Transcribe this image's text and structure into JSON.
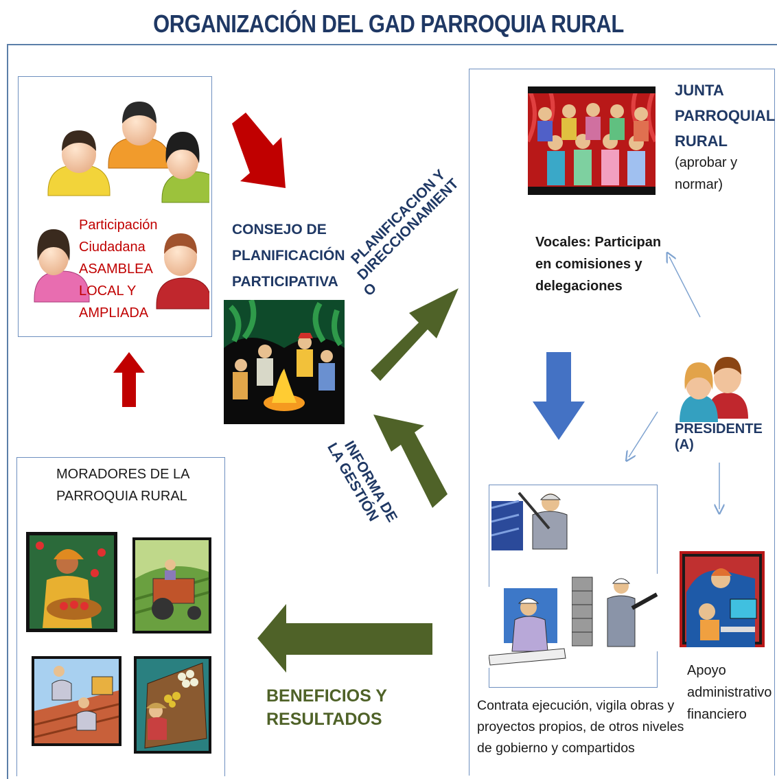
{
  "title": "ORGANIZACIÓN DEL GAD PARROQUIA RURAL",
  "citizens": {
    "lines": [
      "Participación",
      "Ciudadana",
      "ASAMBLEA",
      "LOCAL Y",
      "AMPLIADA"
    ]
  },
  "council": {
    "lines": [
      "CONSEJO DE",
      "PLANIFICACIÓN",
      "PARTICIPATIVA"
    ]
  },
  "arrow_labels": {
    "planning": [
      "PLANIFICACION Y",
      "DIRECCIONAMIENT",
      "O"
    ],
    "report": [
      "INFORMA DE",
      "LA GESTIÓN"
    ],
    "benefits": [
      "BENEFICIOS Y",
      "RESULTADOS"
    ]
  },
  "junta": {
    "title_lines": [
      "JUNTA",
      "PARROQUIAL",
      "RURAL"
    ],
    "subtitle_lines": [
      "(aprobar y",
      "normar)"
    ],
    "vocales_lines": [
      "Vocales: Participan",
      "en comisiones y",
      "delegaciones"
    ]
  },
  "president": {
    "label": "PRESIDENTE (A)"
  },
  "works": {
    "caption_lines": [
      "Contrata ejecución, vigila obras y",
      "proyectos propios, de otros niveles",
      "de gobierno y compartidos"
    ]
  },
  "admin": {
    "caption_lines": [
      "Apoyo",
      "administrativo",
      "financiero"
    ]
  },
  "residents": {
    "title_lines": [
      "MORADORES DE LA",
      "PARROQUIA RURAL"
    ]
  },
  "colors": {
    "title": "#1f3864",
    "red_arrow": "#c00000",
    "green_arrow": "#4f6228",
    "blue_arrow": "#4472c4",
    "thin_arrow": "#7fa3d0"
  }
}
